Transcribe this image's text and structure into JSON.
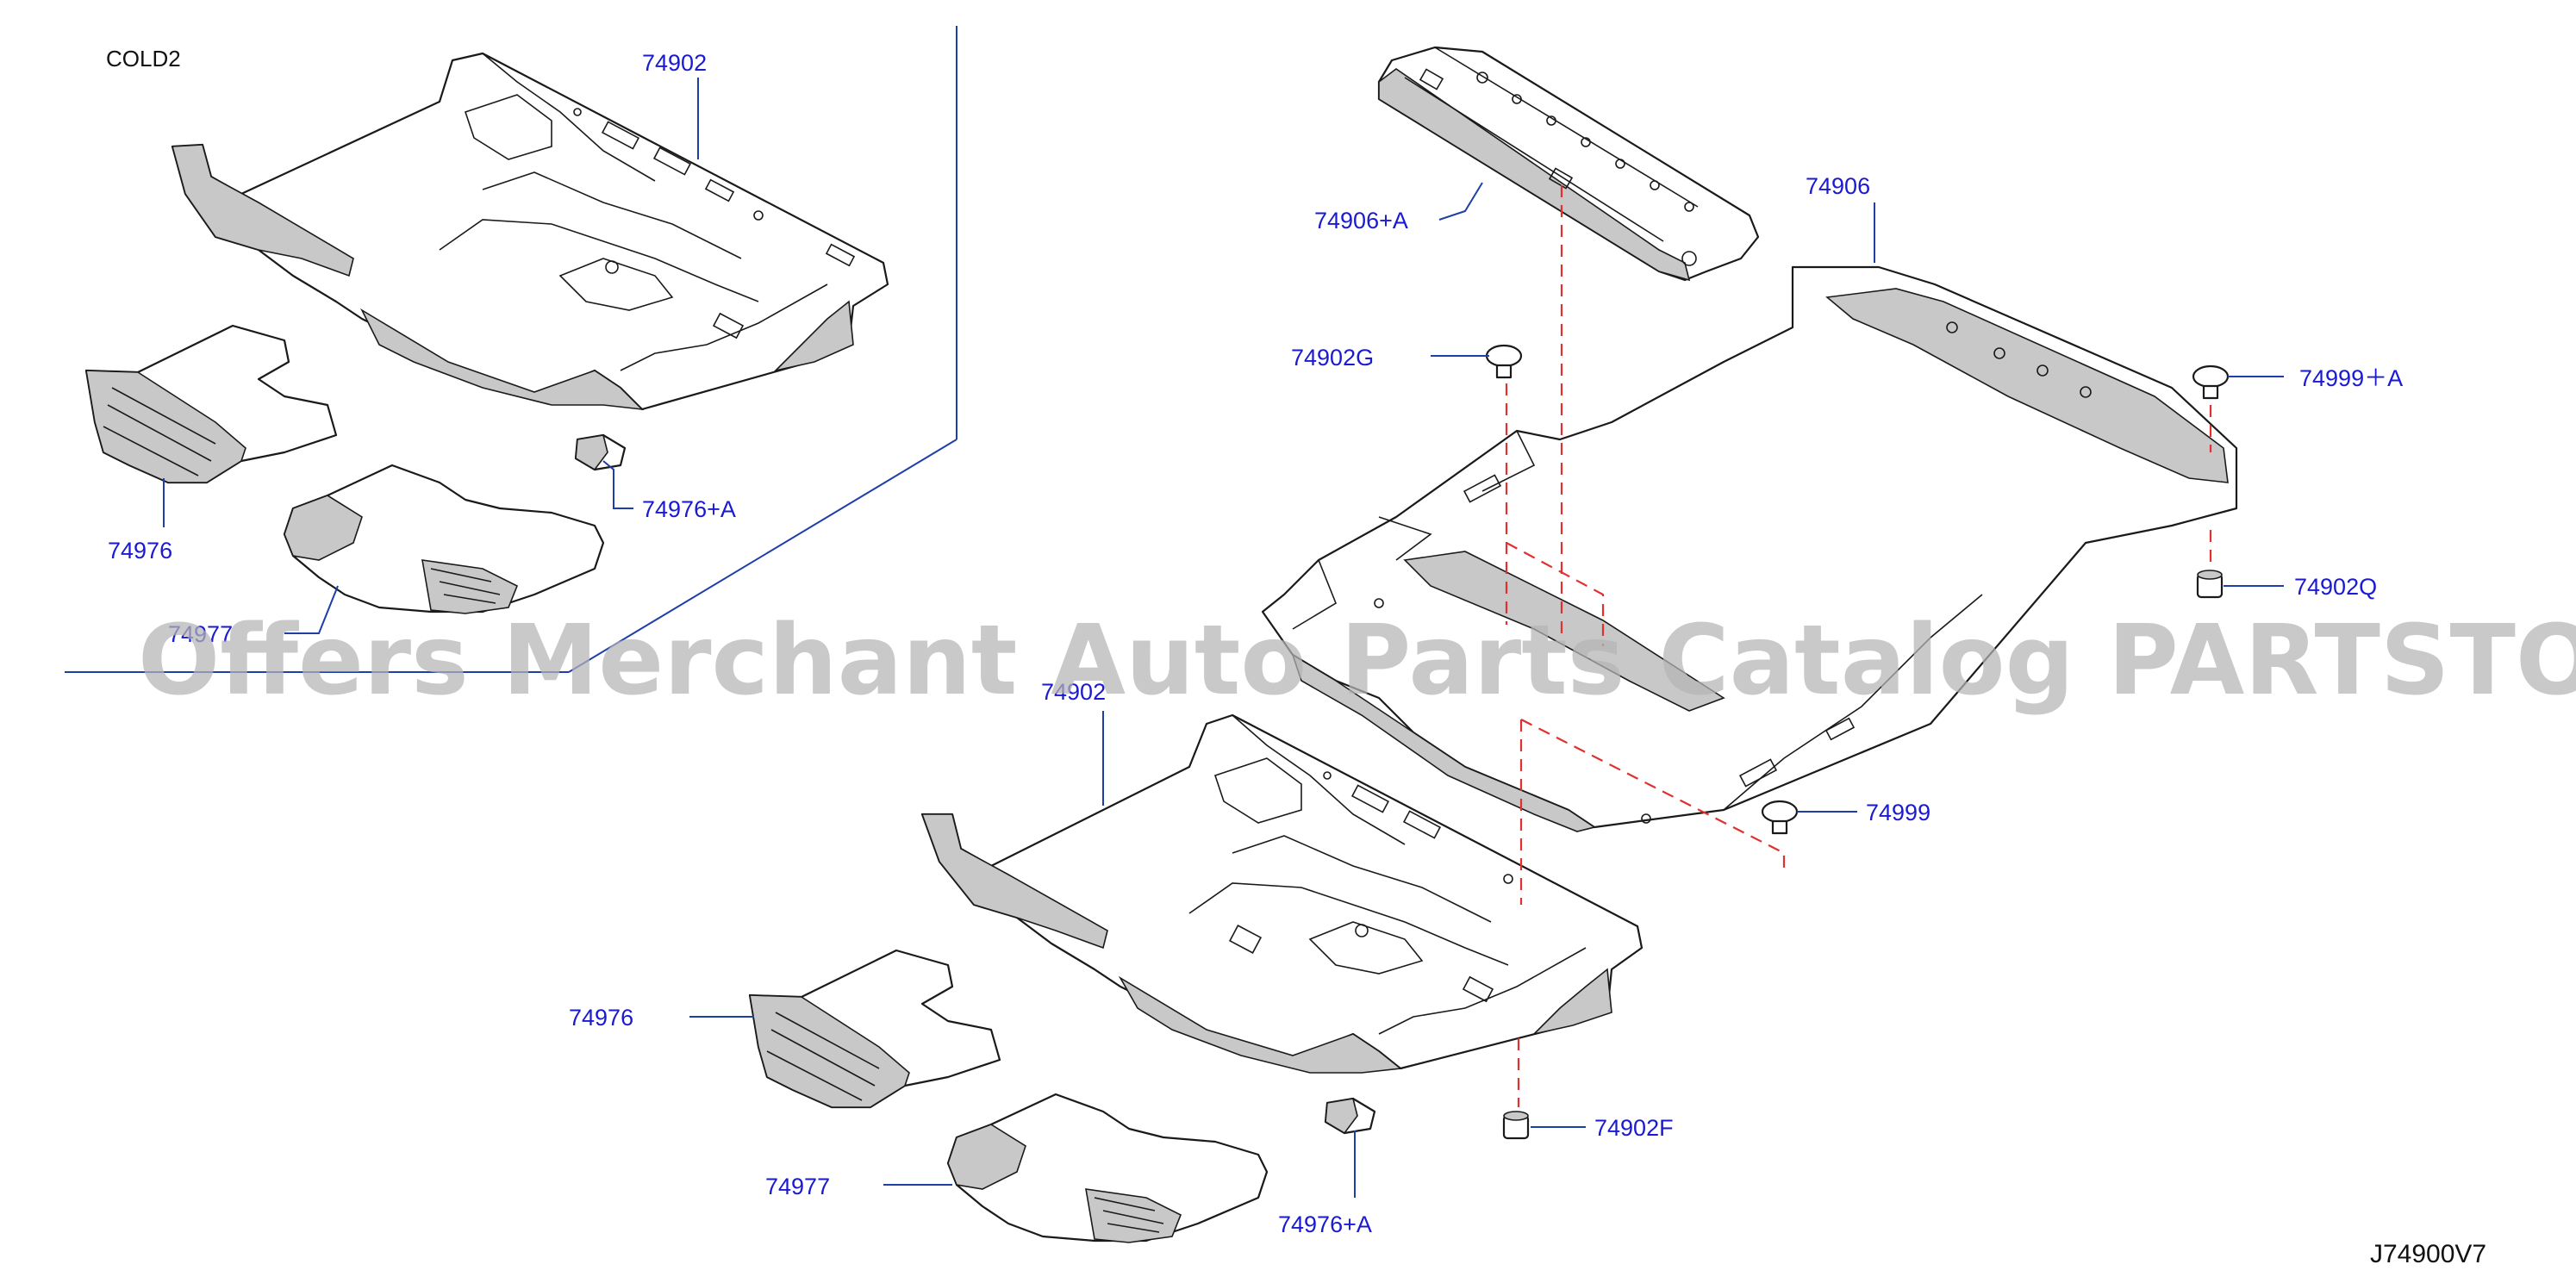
{
  "diagram": {
    "variant_code": "COLD2",
    "drawing_code": "J74900V7",
    "watermark": "Offers Merchant Auto Parts Catalog PARTSTORE.SA",
    "label_color": "#1a1ad0",
    "leader_color": "#1f3fa8",
    "dash_color": "#e03030",
    "callouts": {
      "inset_floor": "74902",
      "inset_front_left": "74976",
      "inset_bracket": "74976+A",
      "inset_front_right": "74977",
      "plate": "74906+A",
      "main_floor_rear": "74906",
      "grommet_g": "74902G",
      "clip_a": "74999＋A",
      "clip_q": "74902Q",
      "clip": "74999",
      "main_floor": "74902",
      "main_front_left": "74976",
      "main_front_right": "74977",
      "main_bracket": "74976+A",
      "clip_f": "74902F"
    }
  }
}
